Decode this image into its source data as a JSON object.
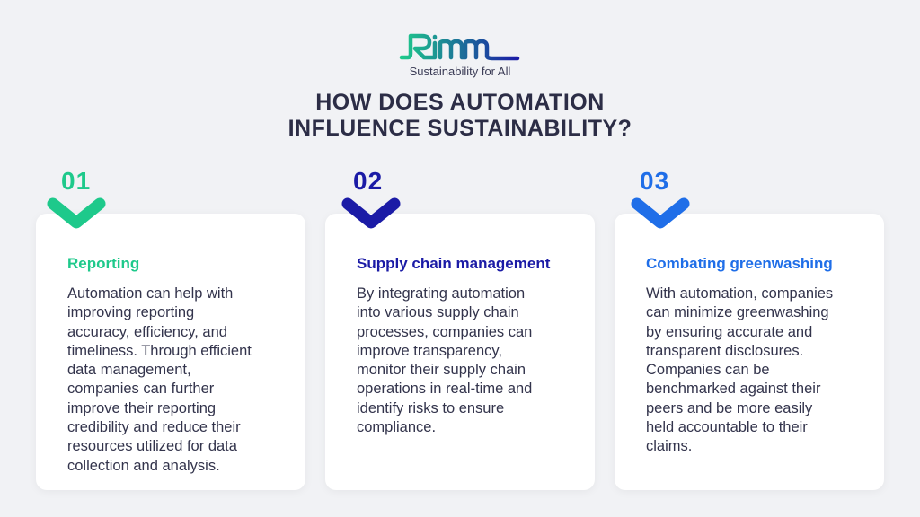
{
  "brand": {
    "logo_text": "Rimm",
    "tagline": "Sustainability for All"
  },
  "headline": "HOW DOES AUTOMATION\nINFLUENCE SUSTAINABILITY?",
  "colors": {
    "green": "#1ec98b",
    "dark_blue": "#1b1ba6",
    "blue": "#1f6ee8",
    "background": "#f1f2f5"
  },
  "items": [
    {
      "number": "01",
      "title": "Reporting",
      "body": "Automation can help with\nimproving reporting\naccuracy, efficiency, and\ntimeliness. Through efficient\ndata management,\ncompanies can further\nimprove their reporting\ncredibility and reduce their\nresources utilized for data\ncollection and analysis."
    },
    {
      "number": "02",
      "title": "Supply chain management",
      "body": "By integrating automation\ninto various supply chain\nprocesses, companies can\nimprove transparency,\nmonitor their supply chain\noperations in real-time and\nidentify risks to ensure\ncompliance."
    },
    {
      "number": "03",
      "title": "Combating greenwashing",
      "body": "With automation, companies\ncan minimize greenwashing\nby ensuring accurate and\ntransparent disclosures.\nCompanies can be\nbenchmarked against their\npeers and be more easily\nheld accountable to their\nclaims."
    }
  ]
}
